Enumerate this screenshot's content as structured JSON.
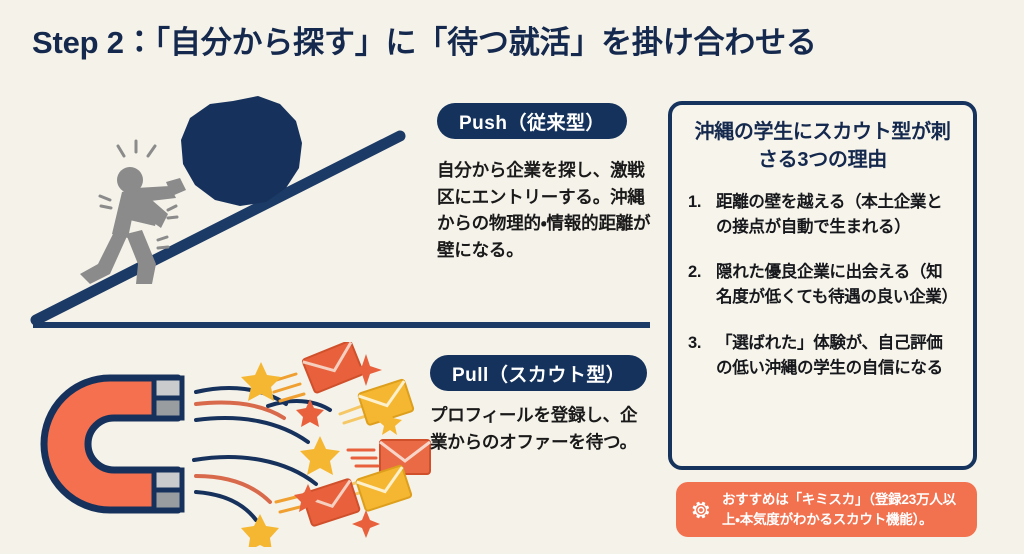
{
  "slide": {
    "title": "Step 2：「自分から探す」に「待つ就活」を掛け合わせる",
    "background_color": "#f5f2e9",
    "navy": "#14294d",
    "coral": "#f2714f",
    "amber": "#f5b731",
    "gray": "#8a8a8a"
  },
  "push": {
    "pill_label": "Push（従来型）",
    "body": "自分から企業を探し、激戦区にエントリーする。沖縄からの物理的・情報的距離が壁になる。",
    "illustration": "person-pushing-boulder-uphill"
  },
  "pull": {
    "pill_label": "Pull（スカウト型）",
    "body": "プロフィールを登録し、企業からのオファーを待つ。",
    "illustration": "horseshoe-magnet-attracting-envelopes"
  },
  "panel": {
    "title": "沖縄の学生にスカウト型が刺さる3つの理由",
    "items": [
      {
        "num": "1.",
        "text": "距離の壁を越える（本土企業との接点が自動で生まれる）"
      },
      {
        "num": "2.",
        "text": "隠れた優良企業に出会える（知名度が低くても待遇の良い企業）"
      },
      {
        "num": "3.",
        "text": "「選ばれた」体験が、自己評価の低い沖縄の学生の自信になる"
      }
    ]
  },
  "footer": {
    "icon": "gear-icon",
    "text": "おすすめは「キミスカ」（登録23万人以上・本気度がわかるスカウト機能）。"
  }
}
